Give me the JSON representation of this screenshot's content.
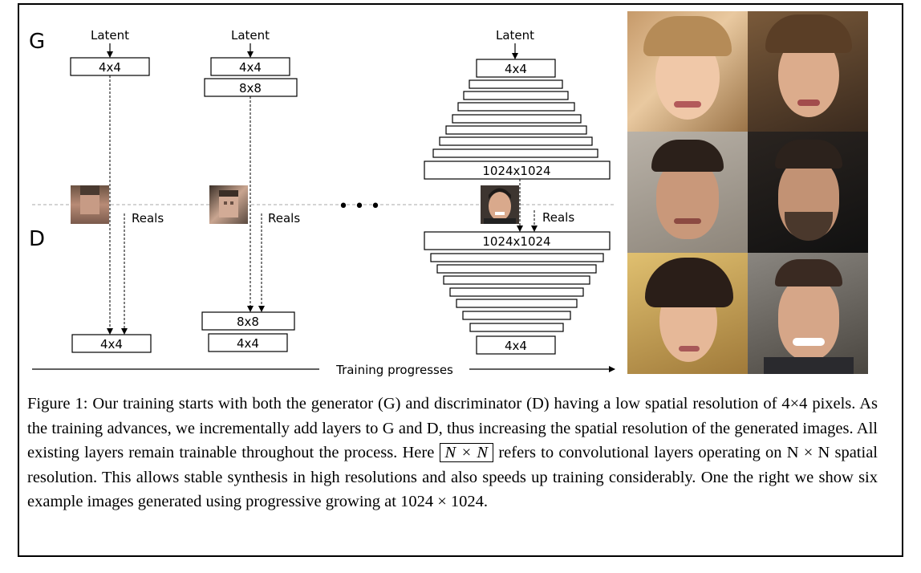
{
  "diagram": {
    "g_label": "G",
    "d_label": "D",
    "latent": "Latent",
    "reals": "Reals",
    "dots": "• • •",
    "col1": {
      "g_box": "4x4",
      "d_box": "4x4"
    },
    "col2": {
      "g_boxes": [
        "4x4",
        "8x8"
      ],
      "d_boxes": [
        "8x8",
        "4x4"
      ]
    },
    "col3": {
      "g_top": "4x4",
      "g_bottom": "1024x1024",
      "d_top": "1024x1024",
      "d_bottom": "4x4"
    },
    "progress": "Training progresses"
  },
  "caption": {
    "part1": "Figure 1: Our training starts with both the generator (G) and discriminator (D) having a low spatial resolution of 4×4 pixels. As the training advances, we incrementally add layers to G and D, thus increasing the spatial resolution of the generated images. All existing layers remain trainable throughout the process. Here ",
    "boxed": "N × N",
    "part2": " refers to convolutional layers operating on N × N spatial resolution. This allows stable synthesis in high resolutions and also speeds up training considerably. One the right we show six example images generated using progressive growing at 1024 × 1024."
  }
}
